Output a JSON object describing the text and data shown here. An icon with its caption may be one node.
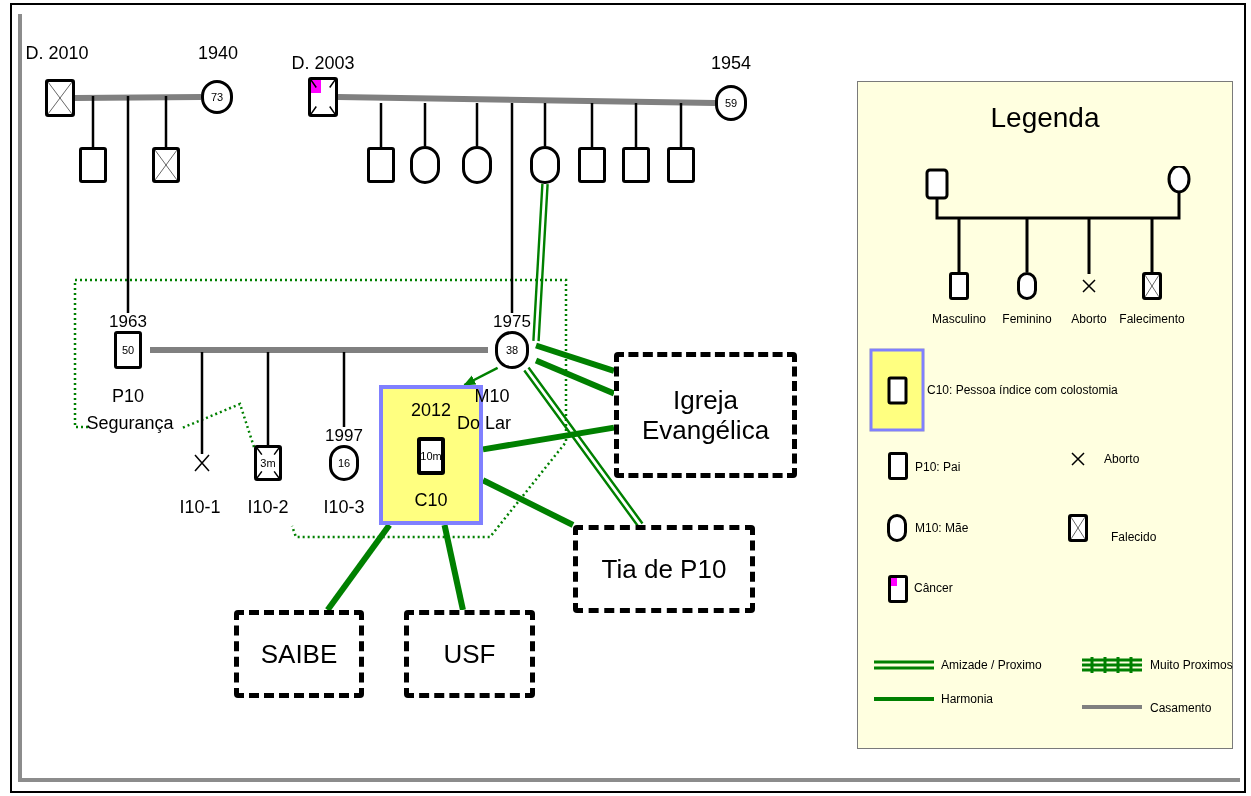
{
  "diagram": {
    "nodes": [
      {
        "text": [],
        "shape": "box",
        "beside": [
          "D. 2010"
        ]
      },
      {
        "text": [
          "73"
        ],
        "beside": [
          "1940"
        ]
      },
      {
        "text": [],
        "shape": "box"
      },
      {
        "text": [],
        "shape": "box"
      },
      {
        "text": [],
        "shape": "box",
        "beside": [
          "D. 2003"
        ]
      },
      {
        "text": [
          "59"
        ],
        "beside": [
          "1954"
        ]
      },
      {
        "text": [],
        "shape": "box"
      },
      {
        "text": [],
        "shape": "circle"
      },
      {
        "text": [],
        "shape": "circle"
      },
      {
        "text": [],
        "shape": "circle"
      },
      {
        "text": [],
        "shape": "box"
      },
      {
        "text": [],
        "shape": "box"
      },
      {
        "text": [],
        "shape": "box"
      },
      {
        "text": [
          "50"
        ],
        "beside": [
          "1963",
          "P10",
          "Segurança"
        ]
      },
      {
        "text": [
          "38"
        ],
        "beside": [
          "1975",
          "M10",
          "Do Lar"
        ]
      },
      {
        "text": [],
        "shape": "cross",
        "beside": [
          "I10-1"
        ]
      },
      {
        "text": [
          "3m"
        ],
        "beside": [
          "I10-2"
        ]
      },
      {
        "text": [
          "16"
        ],
        "beside": [
          "1997",
          "I10-3"
        ]
      },
      {
        "text": [
          "2012",
          "C10"
        ]
      },
      {
        "text": [
          "10m"
        ],
        "in": 18
      },
      {
        "text": [
          "Igreja Evangélica"
        ]
      },
      {
        "text": [
          "Tia de P10"
        ]
      },
      {
        "text": [
          "SAIBE"
        ]
      },
      {
        "text": [
          "USF"
        ]
      }
    ],
    "edges": [
      {
        "from": 0,
        "to": 1,
        "arrow": "none",
        "style": "thick",
        "color": "#808080"
      },
      {
        "from": null,
        "to": 2,
        "arrow": "none"
      },
      {
        "from": null,
        "to": 3,
        "arrow": "none"
      },
      {
        "from": null,
        "to": 13,
        "arrow": "none"
      },
      {
        "from": 4,
        "to": 5,
        "arrow": "none",
        "style": "thick",
        "color": "#808080"
      },
      {
        "from": null,
        "to": 6,
        "arrow": "none"
      },
      {
        "from": null,
        "to": 7,
        "arrow": "none"
      },
      {
        "from": null,
        "to": 8,
        "arrow": "none"
      },
      {
        "from": null,
        "to": 9,
        "arrow": "none"
      },
      {
        "from": null,
        "to": 10,
        "arrow": "none"
      },
      {
        "from": null,
        "to": 11,
        "arrow": "none"
      },
      {
        "from": null,
        "to": 12,
        "arrow": "none"
      },
      {
        "from": null,
        "to": 14,
        "arrow": "none"
      },
      {
        "from": 13,
        "to": 14,
        "arrow": "none",
        "style": "thick",
        "color": "#808080"
      },
      {
        "from": null,
        "to": 15,
        "arrow": "none"
      },
      {
        "from": null,
        "to": 16,
        "arrow": "none"
      },
      {
        "from": null,
        "to": 17,
        "arrow": "none"
      },
      {
        "from": 9,
        "to": 14,
        "arrow": "none",
        "color": "#008000"
      },
      {
        "from": 14,
        "to": 18,
        "arrow": "to",
        "color": "#008000"
      },
      {
        "from": 14,
        "to": 20,
        "arrow": "none",
        "style": "thick",
        "color": "#008000"
      },
      {
        "from": 14,
        "to": 20,
        "arrow": "none",
        "style": "thick",
        "color": "#008000"
      },
      {
        "from": 14,
        "to": 21,
        "arrow": "none",
        "color": "#008000"
      },
      {
        "from": 18,
        "to": 20,
        "arrow": "none",
        "style": "thick",
        "color": "#008000"
      },
      {
        "from": 18,
        "to": 21,
        "arrow": "none",
        "style": "thick",
        "color": "#008000"
      },
      {
        "from": 18,
        "to": 22,
        "arrow": "none",
        "style": "thick",
        "color": "#008000"
      },
      {
        "from": 18,
        "to": 23,
        "arrow": "none",
        "style": "thick",
        "color": "#008000"
      }
    ],
    "labels": [
      "Legenda"
    ],
    "legend": [
      {
        "text": "Masculino"
      },
      {
        "text": "Feminino"
      },
      {
        "text": "Aborto"
      },
      {
        "text": "Falecimento"
      },
      {
        "text": "C10: Pessoa índice com colostomia"
      },
      {
        "text": "P10: Pai"
      },
      {
        "text": "Aborto"
      },
      {
        "text": "M10: Mãe"
      },
      {
        "text": "Falecido"
      },
      {
        "text": "Câncer"
      },
      {
        "text": "Amizade / Proximo"
      },
      {
        "text": "Muito Proximos"
      },
      {
        "text": "Harmonia"
      },
      {
        "text": "Casamento"
      }
    ]
  }
}
